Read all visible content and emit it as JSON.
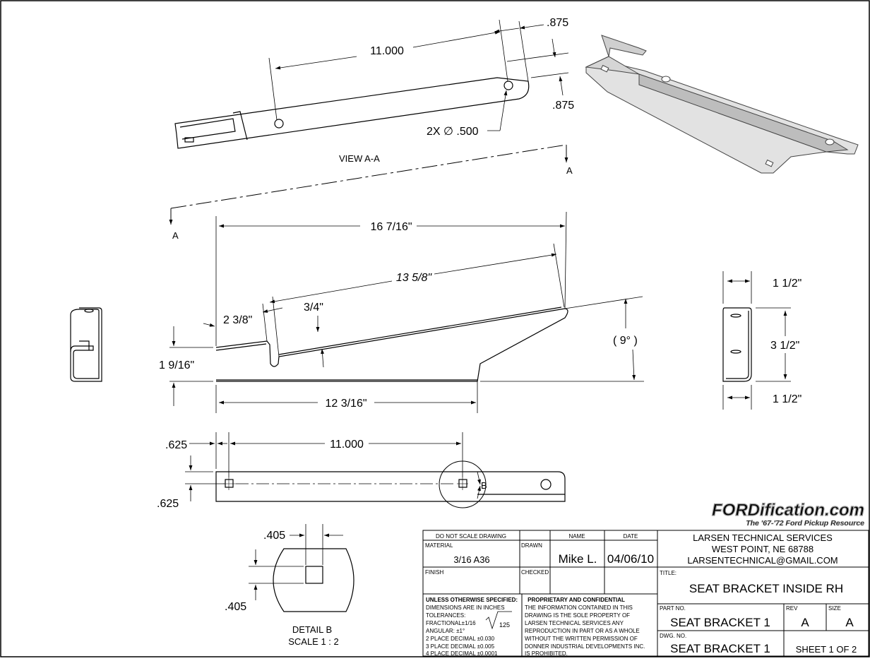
{
  "view_label": "VIEW A-A",
  "section_letter_a": "A",
  "detail_letter_b": "B",
  "dims": {
    "top_11000": "11.000",
    "top_875_a": ".875",
    "top_875_b": ".875",
    "holes": "2X ∅ .500",
    "length_16_7_16": "16 7/16\"",
    "length_13_5_8": "13 5/8\"",
    "d_2_3_8": "2 3/8\"",
    "d_3_4": "3/4\"",
    "d_1_9_16": "1 9/16\"",
    "d_12_3_16": "12 3/16\"",
    "angle": "( 9° )",
    "side_1_5_a": "1 1/2\"",
    "side_3_5": "3 1/2\"",
    "side_1_5_b": "1 1/2\"",
    "bot_625_a": ".625",
    "bot_625_b": ".625",
    "bot_11000": "11.000",
    "det_405_a": ".405",
    "det_405_b": ".405"
  },
  "detail_caption": {
    "title": "DETAIL B",
    "scale": "SCALE 1 : 2"
  },
  "watermark": {
    "brand": "FORDification.com",
    "tagline": "The '67-'72 Ford Pickup Resource"
  },
  "title_block": {
    "do_not_scale": "DO NOT SCALE DRAWING",
    "name_header": "NAME",
    "date_header": "DATE",
    "material_label": "MATERIAL",
    "material_value": "3/16 A36",
    "drawn_label": "DRAWN",
    "drawn_name": "Mike L.",
    "drawn_date": "04/06/10",
    "finish_label": "FINISH",
    "checked_label": "CHECKED",
    "tolerance_lines": [
      "UNLESS OTHERWISE SPECIFIED:",
      "DIMENSIONS ARE IN INCHES",
      "TOLERANCES:",
      "FRACTIONAL±1/16",
      "ANGULAR: ±1°",
      "2 PLACE DECIMAL   ±0.030",
      "3 PLACE DECIMAL   ±0.005",
      "4 PLACE DECIMAL   ±0.0001"
    ],
    "surface_finish": "125",
    "proprietary_title": "PROPRIETARY AND CONFIDENTIAL",
    "proprietary_lines": [
      "THE INFORMATION CONTAINED IN THIS",
      "DRAWING IS THE SOLE PROPERTY OF",
      "LARSEN TECHNICAL SERVICES ANY",
      "REPRODUCTION IN PART OR AS A WHOLE",
      "WITHOUT THE WRITTEN PERMISSION OF",
      "DONNER INDUSTRIAL DEVELOPMENTS INC.",
      "IS  PROHIBITED."
    ],
    "company_lines": [
      "LARSEN TECHNICAL SERVICES",
      "WEST POINT, NE 68788",
      "LARSENTECHNICAL@GMAIL.COM"
    ],
    "title_label": "TITLE:",
    "title_value": "SEAT BRACKET INSIDE RH",
    "part_label": "PART NO.",
    "part_value": "SEAT BRACKET 1",
    "rev_label": "REV",
    "rev_value": "A",
    "size_label": "SIZE",
    "size_value": "A",
    "dwg_label": "DWG.  NO.",
    "dwg_value": "SEAT BRACKET 1",
    "sheet": "SHEET 1 OF 2"
  }
}
